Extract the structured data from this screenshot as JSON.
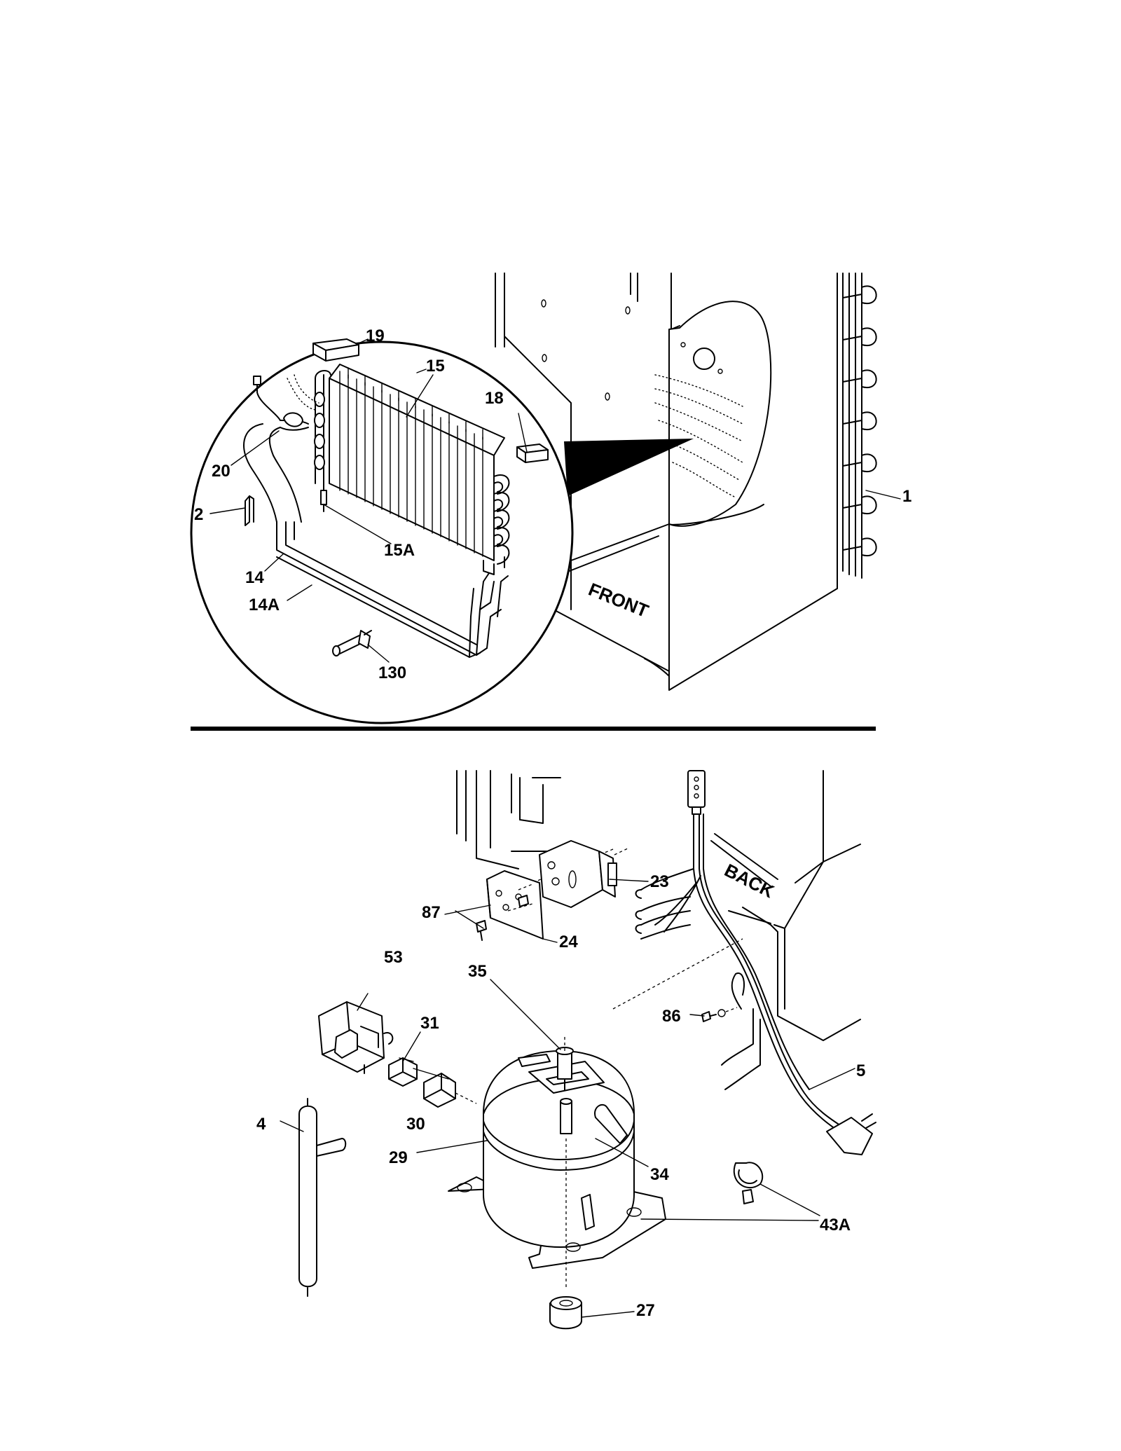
{
  "texts": {
    "front": "FRONT",
    "back": "BACK"
  },
  "parts": {
    "p1": "1",
    "p2": "2",
    "p4": "4",
    "p5": "5",
    "p14": "14",
    "p14A": "14A",
    "p15": "15",
    "p15A": "15A",
    "p18": "18",
    "p19": "19",
    "p20": "20",
    "p23": "23",
    "p24": "24",
    "p27": "27",
    "p29": "29",
    "p30": "30",
    "p31": "31",
    "p34": "34",
    "p35": "35",
    "p43A": "43A",
    "p53": "53",
    "p86": "86",
    "p87": "87",
    "p130": "130"
  }
}
